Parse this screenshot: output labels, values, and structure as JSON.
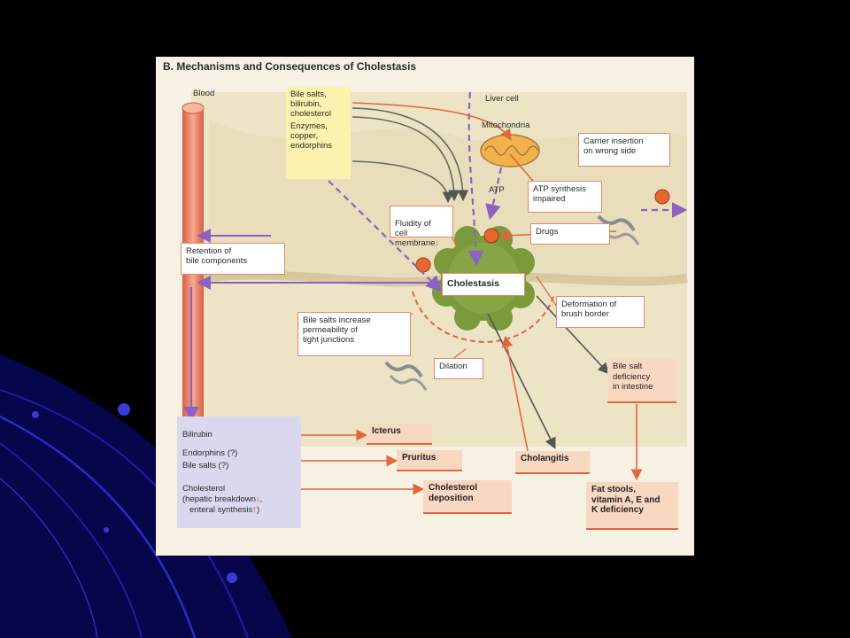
{
  "title": "B. Mechanisms and Consequences of Cholestasis",
  "labels": {
    "blood": "Blood",
    "liver_cell": "Liver cell",
    "mitochondria": "Mitochondria",
    "atp": "ATP"
  },
  "yellow_box": {
    "line1": "Bile salts,\nbilirubin,\ncholesterol",
    "line2": "Enzymes,\ncopper,\nendorphins"
  },
  "boxes": {
    "carrier": "Carrier insertion\non wrong side",
    "atp_synthesis": "ATP synthesis\nimpaired",
    "fluidity": "Fluidity of\ncell membrane",
    "drugs": "Drugs",
    "retention": "Retention of\nbile components",
    "cholestasis": "Cholestasis",
    "deformation": "Deformation of\nbrush border",
    "bile_salts_increase": "Bile salts increase\npermeability of\ntight junctions",
    "dilation": "Dilation",
    "bile_salt_deficiency": "Bile salt\ndeficiency\nin intestine"
  },
  "purple_box": {
    "bilirubin": "Bilirubin",
    "endorphins": "Endorphins (?)",
    "bile_salts": "Bile salts (?)",
    "cholesterol": "Cholesterol",
    "hepatic": "(hepatic breakdown",
    "enteral": "enteral synthesis"
  },
  "consequences": {
    "icterus": "Icterus",
    "pruritus": "Pruritus",
    "cholangitis": "Cholangitis",
    "cholesterol_deposition": "Cholesterol\ndeposition",
    "fat_stools": "Fat stools,\nvitamin A, E and\nK deficiency"
  },
  "colors": {
    "background": "#000000",
    "card": "#f6f1e2",
    "purple": "#8a63c2",
    "orange_arrow": "#e0663e",
    "vessel": "#ec8a6e",
    "cholestasis_lobe": "#7a9a3c"
  }
}
